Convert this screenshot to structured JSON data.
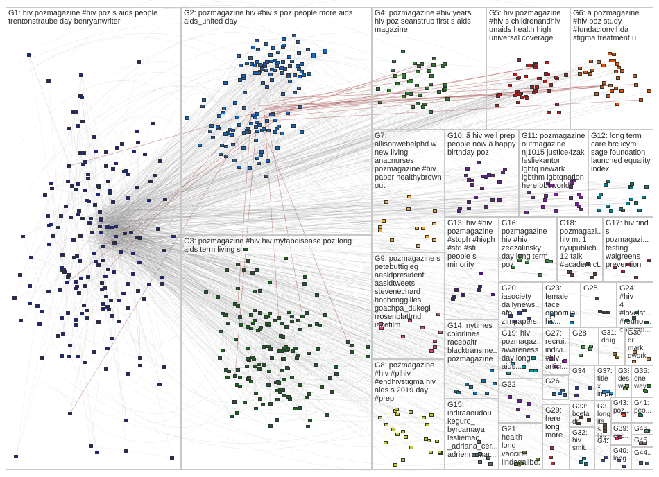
{
  "accent_edge_color": "#9a3030",
  "groups": [
    {
      "id": "G1",
      "label": "G1: hiv pozmagazine #hiv poz s aids people\ntrentonstraube day benryanwriter",
      "color": "#1a237e",
      "nodes": 190,
      "fs": 11
    },
    {
      "id": "G2",
      "label": "G2: pozmagazine hiv #hiv s poz people more aids\naids_united day",
      "color": "#1565c0",
      "nodes": 140,
      "fs": 11
    },
    {
      "id": "G3",
      "label": "G3: pozmagazine #hiv hiv myfabdisease poz long\naids term living s",
      "color": "#1b5e20",
      "nodes": 150,
      "fs": 11
    },
    {
      "id": "G4",
      "label": "G4: pozmagazine #hiv years\nhiv poz seanstrub first s aids\nmagazine",
      "color": "#2e7d32",
      "nodes": 40,
      "fs": 11
    },
    {
      "id": "G5",
      "label": "G5: hiv pozmagazine\n#hiv s childrenandhiv\nunaids health high\nuniversal coverage",
      "color": "#b71c1c",
      "nodes": 40,
      "fs": 11
    },
    {
      "id": "G6",
      "label": "G6: à pozmagazine\n#hiv poz study\n#fundacionvihda\nstigma treatment u",
      "color": "#e65100",
      "nodes": 30,
      "fs": 11
    },
    {
      "id": "G7",
      "label": "G7:\nallisonwebelphd w\nnew living\nanacnurses\npozmagazine #hiv\npaper healthybrown\nout",
      "color": "#f9a825",
      "nodes": 14,
      "fs": 11
    },
    {
      "id": "G8",
      "label": "G8: pozmagazine\n#hiv #plhiv\n#endhivstigma hiv\naids s 2019 day\n#prep",
      "color": "#c0ca33",
      "nodes": 24,
      "fs": 11
    },
    {
      "id": "G9",
      "label": "G9: pozmagazine s\npetebuttigieg\naasldpresident\naasldtweets\nstevenechard\nhochonggilles\ngoachpa_dukegi\nrrosenblattmd\niacefilm",
      "color": "#ec407a",
      "nodes": 10,
      "fs": 11
    },
    {
      "id": "G10",
      "label": "G10: ã hiv well prep\npeople now ã happy\nbirthday poz",
      "color": "#6a1b9a",
      "nodes": 22,
      "fs": 11
    },
    {
      "id": "G11",
      "label": "G11: pozmagazine\noutmagazine\nnj1015 justice4zak\nlesliekantor\nlgbtq newark\nlgbthm lgbtqnation\nhere bbcworld",
      "color": "#7b1fa2",
      "nodes": 20,
      "fs": 11
    },
    {
      "id": "G12",
      "label": "G12: long term\ncare hrc icymi\nsage foundation\nlaunched equality\nindex",
      "color": "#00838f",
      "nodes": 18,
      "fs": 11
    },
    {
      "id": "G13",
      "label": "G13: hiv #hiv\npozmagazine\n#stdph #hivph\n#std #sti\npeople s\nminority",
      "color": "#4a148c",
      "nodes": 8,
      "fs": 11
    },
    {
      "id": "G14",
      "label": "G14: nytimes\ncolorlines\nracebaitr\nblacktransme...\npozmagazine",
      "color": "#0277bd",
      "nodes": 9,
      "fs": 11
    },
    {
      "id": "G15",
      "label": "G15:\nindiraaoudou\nkeguro_\nbyrcamaya\nlesliemac\n_adriana_cer...\nadriennemar...",
      "color": "#546e7a",
      "nodes": 7,
      "fs": 11
    },
    {
      "id": "G16",
      "label": "G16:\npozmagazine\nhiv #hiv\nzeezalinsky\nday long term\npoz",
      "color": "#388e3c",
      "nodes": 7,
      "fs": 11
    },
    {
      "id": "G17",
      "label": "G17: hiv find\ns\npozmagazi...\ntesting\nwalgreens\nprevention",
      "color": "#ad1457",
      "nodes": 5,
      "fs": 11
    },
    {
      "id": "G18",
      "label": "G18:\npozmagazi...\nhiv mt 1\nnyupublich...\n12 talk\n#academict...",
      "color": "#5d4037",
      "nodes": 6,
      "fs": 11
    },
    {
      "id": "G19",
      "label": "G19: hiv\npozmagaz...\nawareness\nday long\naids...",
      "color": "#0097a7",
      "nodes": 6,
      "fs": 11
    },
    {
      "id": "G20",
      "label": "G20:\niasociety\ndailynews...\nafp\nzimpapers...",
      "color": "#303f9f",
      "nodes": 5,
      "fs": 11
    },
    {
      "id": "G21",
      "label": "G21: health\nlong\nvaccine\nlindagailbe...",
      "color": "#558b2f",
      "nodes": 5,
      "fs": 11
    },
    {
      "id": "G22",
      "label": "G22",
      "color": "#6a1b9a",
      "nodes": 5,
      "fs": 11
    },
    {
      "id": "G23",
      "label": "G23:\nfemale\nface\nopportuni...\nhiv...",
      "color": "#0288d1",
      "nodes": 4,
      "fs": 11
    },
    {
      "id": "G24",
      "label": "G24: #hiv\n4\n#loveist...\n#redhot...\ncommu...",
      "color": "#00695c",
      "nodes": 4,
      "fs": 11
    },
    {
      "id": "G25",
      "label": "G25",
      "color": "#37474f",
      "nodes": 4,
      "fs": 11
    },
    {
      "id": "G26",
      "label": "G26",
      "color": "#1565c0",
      "nodes": 4,
      "fs": 11
    },
    {
      "id": "G27",
      "label": "G27:\nrecrui...\nindivi...\n#hiv\nartici...",
      "color": "#8e24aa",
      "nodes": 4,
      "fs": 11
    },
    {
      "id": "G28",
      "label": "G28",
      "color": "#43a047",
      "nodes": 4,
      "fs": 11
    },
    {
      "id": "G29",
      "label": "G29:\nhere\nlong\nmore...",
      "color": "#c62828",
      "nodes": 3,
      "fs": 11
    },
    {
      "id": "G30",
      "label": "G30:\ndr\nmark\ndwork...",
      "color": "#f57f17",
      "nodes": 3,
      "fs": 10
    },
    {
      "id": "G31",
      "label": "G31:\ndrug",
      "color": "#827717",
      "nodes": 3,
      "fs": 10
    },
    {
      "id": "G32",
      "label": "G32:\nhiv\nsmit...",
      "color": "#00838f",
      "nodes": 3,
      "fs": 10
    },
    {
      "id": "G33",
      "label": "G33:\nbcefa\ndr...",
      "color": "#4e342e",
      "nodes": 3,
      "fs": 10
    },
    {
      "id": "G34",
      "label": "G34",
      "color": "#283593",
      "nodes": 3,
      "fs": 10
    },
    {
      "id": "G35",
      "label": "G35:\none\nway...",
      "color": "#2e7d32",
      "nodes": 3,
      "fs": 10
    },
    {
      "id": "G36",
      "label": "G3...\nlong\nita s\nhiv...",
      "color": "#6d4c41",
      "nodes": 3,
      "fs": 10
    },
    {
      "id": "G37",
      "label": "G37:\ntitle x\nimp...",
      "color": "#1e88e5",
      "nodes": 3,
      "fs": 10
    },
    {
      "id": "G38",
      "label": "G38:\ndes...\nwor...",
      "color": "#7cb342",
      "nodes": 3,
      "fs": 10
    },
    {
      "id": "G39",
      "label": "G39:\nend...",
      "color": "#d81b60",
      "nodes": 2,
      "fs": 10
    },
    {
      "id": "G40",
      "label": "G40:\nlong...",
      "color": "#5e35b1",
      "nodes": 2,
      "fs": 10
    },
    {
      "id": "G41",
      "label": "G41:\npeo...",
      "color": "#00897b",
      "nodes": 2,
      "fs": 10
    },
    {
      "id": "G42",
      "label": "G42",
      "color": "#3949ab",
      "nodes": 2,
      "fs": 10
    },
    {
      "id": "G43",
      "label": "G43:\npoz...",
      "color": "#f4511e",
      "nodes": 2,
      "fs": 10
    },
    {
      "id": "G44",
      "label": "G44...",
      "color": "#455a64",
      "nodes": 2,
      "fs": 10
    },
    {
      "id": "G45",
      "label": "G45...",
      "color": "#8d6e63",
      "nodes": 2,
      "fs": 10
    },
    {
      "id": "G46",
      "label": "G46...",
      "color": "#26a69a",
      "nodes": 2,
      "fs": 10
    }
  ]
}
